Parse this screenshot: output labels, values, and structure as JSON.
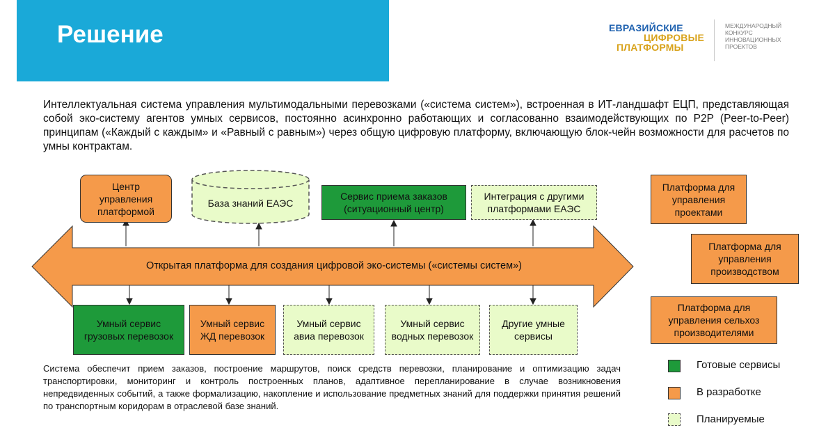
{
  "header": {
    "title": "Решение"
  },
  "logo": {
    "line1": "ЕВРАЗИЙСКИЕ",
    "line2": "ЦИФРОВЫЕ",
    "line3": "ПЛАТФОРМЫ",
    "right_lines": [
      "МЕЖДУНАРОДНЫЙ",
      "КОНКУРС",
      "ИННОВАЦИОННЫХ",
      "ПРОЕКТОВ"
    ]
  },
  "intro_text": "Интеллектуальная система управления мультимодальными перевозками («система систем»), встроенная в ИТ-ландшафт ЕЦП, представляющая собой эко-систему агентов умных сервисов, постоянно асинхронно работающих и согласованно взаимодействующих по P2P (Peer-to-Peer) принципам («Каждый с каждым» и «Равный с равным») через общую цифровую платформу, включающую блок-чейн возможности для расчетов по умны контрактам.",
  "diagram": {
    "arrow_label": "Открытая платформа для создания цифровой эко-системы («системы систем»)",
    "top": {
      "control_center": "Центр управления платформой",
      "knowledge_base": "База знаний ЕАЭС",
      "order_service": "Сервис приема заказов (ситуационный центр)",
      "integration": "Интеграция с другими платформами ЕАЭС"
    },
    "bottom": {
      "cargo": "Умный сервис грузовых перевозок",
      "rail": "Умный сервис ЖД перевозок",
      "avia": "Умный сервис авиа перевозок",
      "water": "Умный сервис водных перевозок",
      "other": "Другие умные сервисы"
    }
  },
  "side_platforms": {
    "projects": "Платформа для управления проектами",
    "production": "Платформа для управления производством",
    "agro": "Платформа для управления сельхоз производителями"
  },
  "legend": {
    "ready": "Готовые сервисы",
    "in_dev": "В разработке",
    "planned": "Планируемые"
  },
  "outro_text": "Система обеспечит прием заказов, построение маршрутов, поиск средств перевозки, планирование и оптимизацию задач транспортировки, мониторинг и контроль построенных планов, адаптивное перепланирование в случае возникновения непредвиденных событий, а также формализацию, накопление и использование предметных знаний для поддержки принятия решений по транспортным коридорам в отраслевой базе знаний.",
  "colors": {
    "header_blue": "#1aa9d8",
    "ready_green": "#1e9a3a",
    "in_dev_orange": "#f59a4a",
    "planned_lightgreen": "#e9fbc9"
  }
}
